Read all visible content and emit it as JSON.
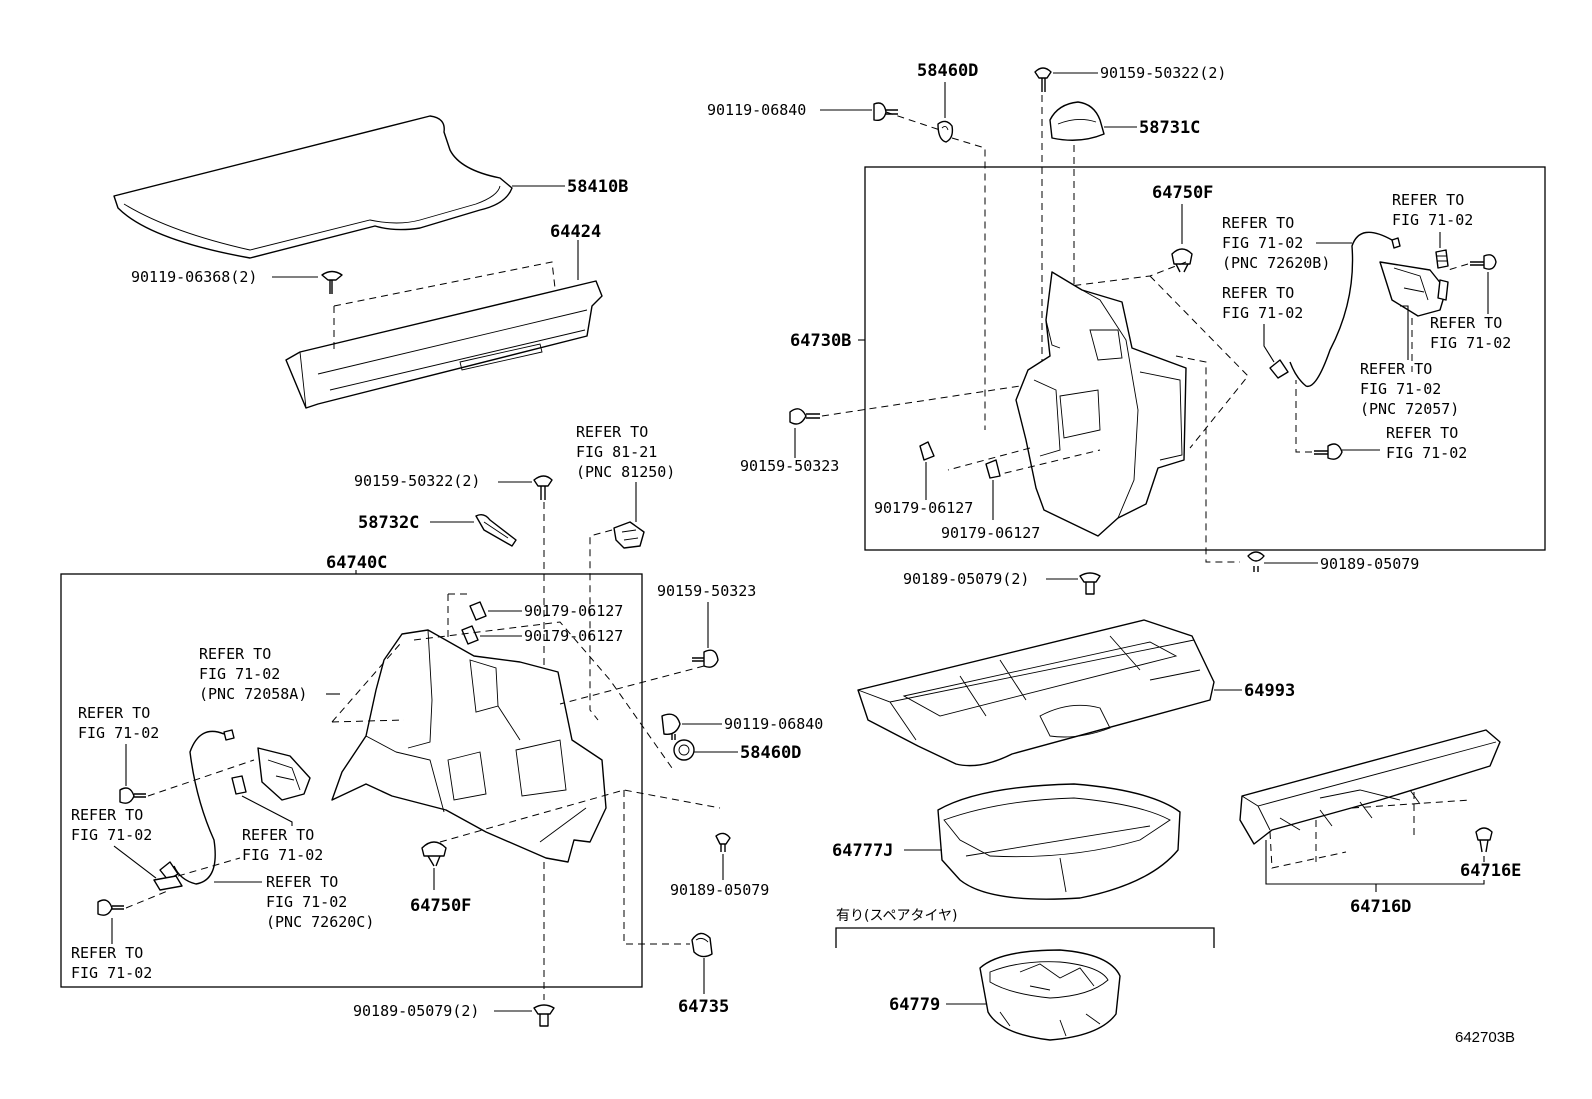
{
  "diagram_id": "642703B",
  "labels": {
    "p58410B": "58410B",
    "p64424": "64424",
    "p90119_06368": "90119-06368(2)",
    "p58460D_top": "58460D",
    "p90159_50322_top": "90159-50322(2)",
    "p90119_06840_top": "90119-06840",
    "p58731C": "58731C",
    "p64750F_right": "64750F",
    "p64730B": "64730B",
    "p90159_50323_right": "90159-50323",
    "p90179_06127_r1": "90179-06127",
    "p90179_06127_r2": "90179-06127",
    "p90189_05079_2_right": "90189-05079(2)",
    "p90189_05079_right": "90189-05079",
    "p90159_50322_left": "90159-50322(2)",
    "p58732C": "58732C",
    "p64740C": "64740C",
    "p90179_06127_l1": "90179-06127",
    "p90179_06127_l2": "90179-06127",
    "p90159_50323_left": "90159-50323",
    "p90119_06840_left": "90119-06840",
    "p58460D_left": "58460D",
    "p90189_05079_left": "90189-05079",
    "p64750F_left": "64750F",
    "p64735": "64735",
    "p90189_05079_2_left": "90189-05079(2)",
    "p64993": "64993",
    "p64777J": "64777J",
    "p64716E": "64716E",
    "p64716D": "64716D",
    "p64779": "64779",
    "spare_tire_note": "有り(スペアタイヤ)"
  },
  "refer_notes": {
    "r_81_21": [
      "REFER TO",
      "FIG 81-21",
      "(PNC 81250)"
    ],
    "r_72620B": [
      "REFER TO",
      "FIG 71-02",
      "(PNC 72620B)"
    ],
    "r_top_right": [
      "REFER TO",
      "FIG 71-02"
    ],
    "r_right_bolt": [
      "REFER TO",
      "FIG 71-02"
    ],
    "r_right_mid": [
      "REFER TO",
      "FIG 71-02"
    ],
    "r_72057": [
      "REFER TO",
      "FIG 71-02",
      "(PNC 72057)"
    ],
    "r_right_low": [
      "REFER TO",
      "FIG 71-02"
    ],
    "r_72058A": [
      "REFER TO",
      "FIG 71-02",
      "(PNC 72058A)"
    ],
    "r_left_bolt": [
      "REFER TO",
      "FIG 71-02"
    ],
    "r_left_clip": [
      "REFER TO",
      "FIG 71-02"
    ],
    "r_left_mid": [
      "REFER TO",
      "FIG 71-02"
    ],
    "r_72620C": [
      "REFER TO",
      "FIG 71-02",
      "(PNC 72620C)"
    ],
    "r_left_low": [
      "REFER TO",
      "FIG 71-02"
    ]
  }
}
